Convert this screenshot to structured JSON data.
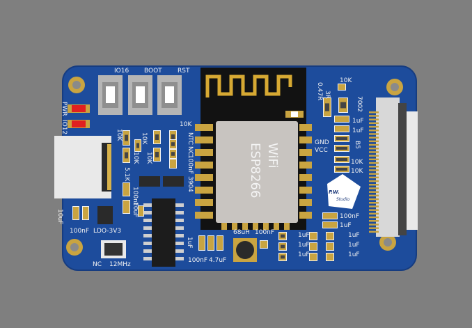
{
  "board": {
    "colors": {
      "background": "#7f7f7f",
      "pcb": "#1d4c9c",
      "gold": "#c9a441",
      "silk": "#f2f2f2",
      "shield": "#c8c4c0",
      "module": "#121212"
    },
    "buttons": [
      "IO16",
      "BOOT",
      "RST"
    ],
    "leds": [
      "PWR",
      "IO12"
    ],
    "module": {
      "line1": "WiFi",
      "line2": "ESP8266"
    },
    "logo": {
      "line1": "P.W.",
      "line2": "Studio"
    },
    "labels": {
      "r_10k_a": "10K",
      "r_10k_b": "10K",
      "r_10k_c": "10K",
      "r_10k_d": "10K",
      "r_10k_e": "10K",
      "ntc": "NTC",
      "nc_a": "NC",
      "c_100nf_a": "100nF",
      "q_3904": "3904",
      "r_5k1": "5.1K",
      "c_100nf_b": "100nF",
      "c_10uf_a": "10uF",
      "c_10uf_b": "10uF",
      "c_100nf_c": "100nF",
      "ldo": "LDO-3V3",
      "nc_b": "NC",
      "xtal": "12MHz",
      "c_1uf_a": "1uF",
      "c_100nf_d": "100nF",
      "c_4u7": "4.7uF",
      "l_68uh": "68uH",
      "c_100nf_e": "100nF",
      "c_1uf_b": "1uF",
      "c_1uf_c": "1uF",
      "c_1uf_d": "1uF",
      "r_10k_top": "10K",
      "r_3r": "3R",
      "r_047": "0.47R",
      "q_7002": "7002",
      "c_1uf_e": "1uF",
      "c_1uf_f": "1uF",
      "b5": "B5",
      "gnd": "GND",
      "vcc": "VCC",
      "r_10k_f": "10K",
      "r_10k_g": "10K",
      "c_100nf_f": "100nF",
      "c_1uf_g": "1uF",
      "c_1uf_h": "1uF",
      "c_1uf_i": "1uF",
      "c_1uf_j": "1uF"
    }
  }
}
